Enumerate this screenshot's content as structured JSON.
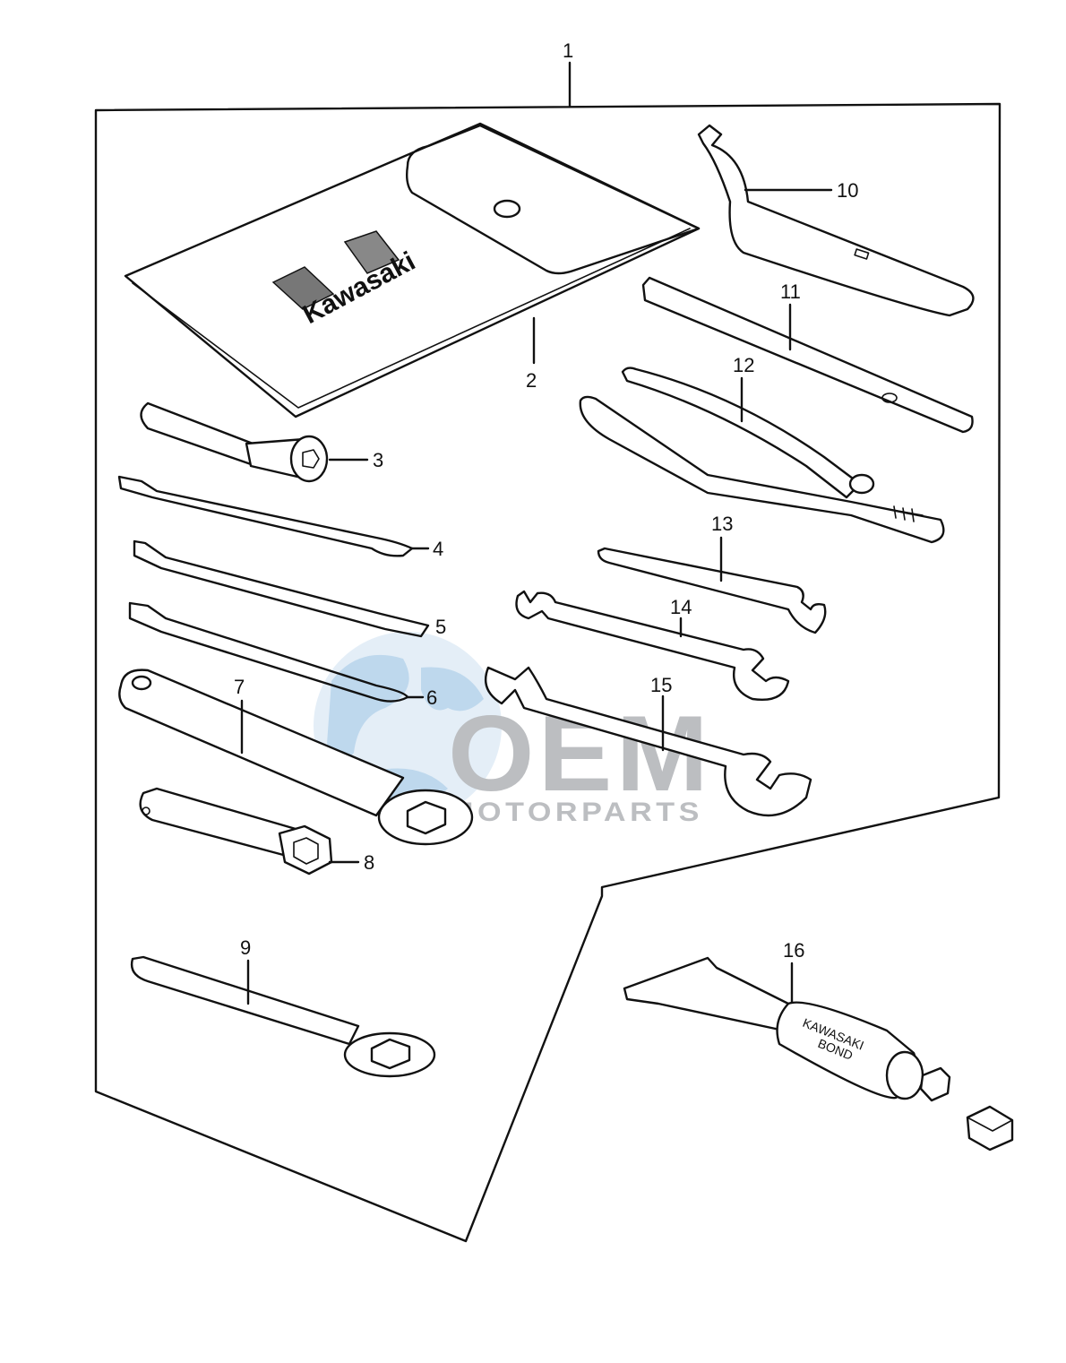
{
  "diagram": {
    "watermark": {
      "logo_text": "OEM",
      "sub_text": "MOTORPARTS",
      "logo_color": "#8f9399",
      "globe_color": "#a9cbe8"
    },
    "tool_bag": {
      "brand_text": "Kawasaki"
    },
    "bond_tube": {
      "line1": "KAWASAKI",
      "line2": "BOND"
    },
    "callouts": [
      {
        "number": "1"
      },
      {
        "number": "2"
      },
      {
        "number": "3"
      },
      {
        "number": "4"
      },
      {
        "number": "5"
      },
      {
        "number": "6"
      },
      {
        "number": "7"
      },
      {
        "number": "8"
      },
      {
        "number": "9"
      },
      {
        "number": "10"
      },
      {
        "number": "11"
      },
      {
        "number": "12"
      },
      {
        "number": "13"
      },
      {
        "number": "14"
      },
      {
        "number": "15"
      },
      {
        "number": "16"
      }
    ]
  }
}
